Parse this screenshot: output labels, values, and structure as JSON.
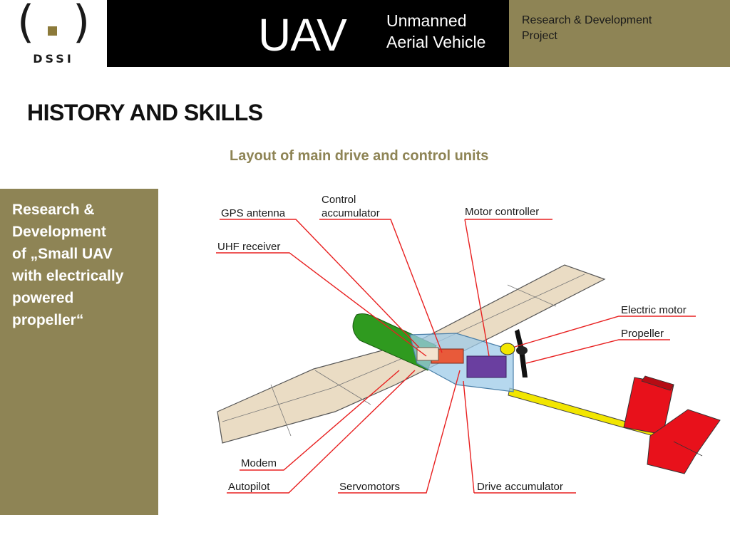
{
  "logo": {
    "text": "DSSI"
  },
  "header": {
    "title": "UAV",
    "subtitle_line1": "Unmanned",
    "subtitle_line2": "Aerial Vehicle",
    "right_line1": "Research & Development",
    "right_line2": "Project"
  },
  "page_title": "HISTORY AND SKILLS",
  "subtitle": "Layout of main drive and control units",
  "side_panel": {
    "lines": [
      "Research &",
      "Development",
      "of „Small UAV",
      "with electrically",
      "powered",
      "propeller“"
    ]
  },
  "diagram": {
    "labels": {
      "gps": "GPS antenna",
      "control_acc_1": "Control",
      "control_acc_2": "accumulator",
      "motor_ctrl": "Motor controller",
      "uhf": "UHF receiver",
      "electric_motor": "Electric motor",
      "propeller": "Propeller",
      "modem": "Modem",
      "autopilot": "Autopilot",
      "servomotors": "Servomotors",
      "drive_acc": "Drive accumulator"
    },
    "colors": {
      "wing": "#eadcc4",
      "nacelle": "#2f9a1f",
      "fuselage": "#9ecbe8",
      "tail": "#e8111b",
      "boom": "#f2e600",
      "leader": "#e82020",
      "battery": "#6a3fa0"
    }
  },
  "colors": {
    "olive": "#8e8455",
    "black": "#000000"
  }
}
